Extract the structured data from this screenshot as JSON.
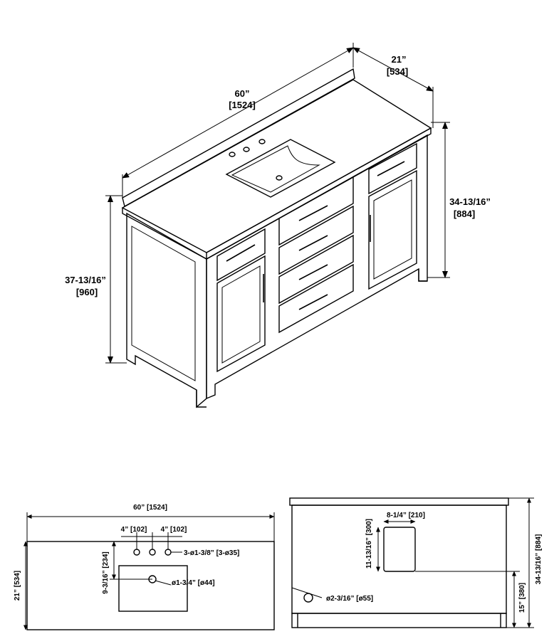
{
  "iso_view": {
    "width": {
      "in": "60”",
      "mm": "[1524]"
    },
    "depth": {
      "in": "21”",
      "mm": "[534]"
    },
    "height_cabinet": {
      "in": "34-13/16”",
      "mm": "[884]"
    },
    "height_total": {
      "in": "37-13/16”",
      "mm": "[960]"
    }
  },
  "top_view": {
    "width": "60” [1524]",
    "spacing_left": "4” [102]",
    "spacing_right": "4” [102]",
    "holes": "3-ø1-3/8” [3-ø35]",
    "drain": "ø1-3/4” [ø44]",
    "depth": "21” [534]",
    "sink_offset": "9-3/16” [234]"
  },
  "back_view": {
    "cutout_width": "8-1/4” [210]",
    "cutout_height": "11-13/16” [300]",
    "height": "34-13/16” [884]",
    "cutout_from_floor": "15” [380]",
    "hole": "ø2-3/16” [ø55]"
  }
}
